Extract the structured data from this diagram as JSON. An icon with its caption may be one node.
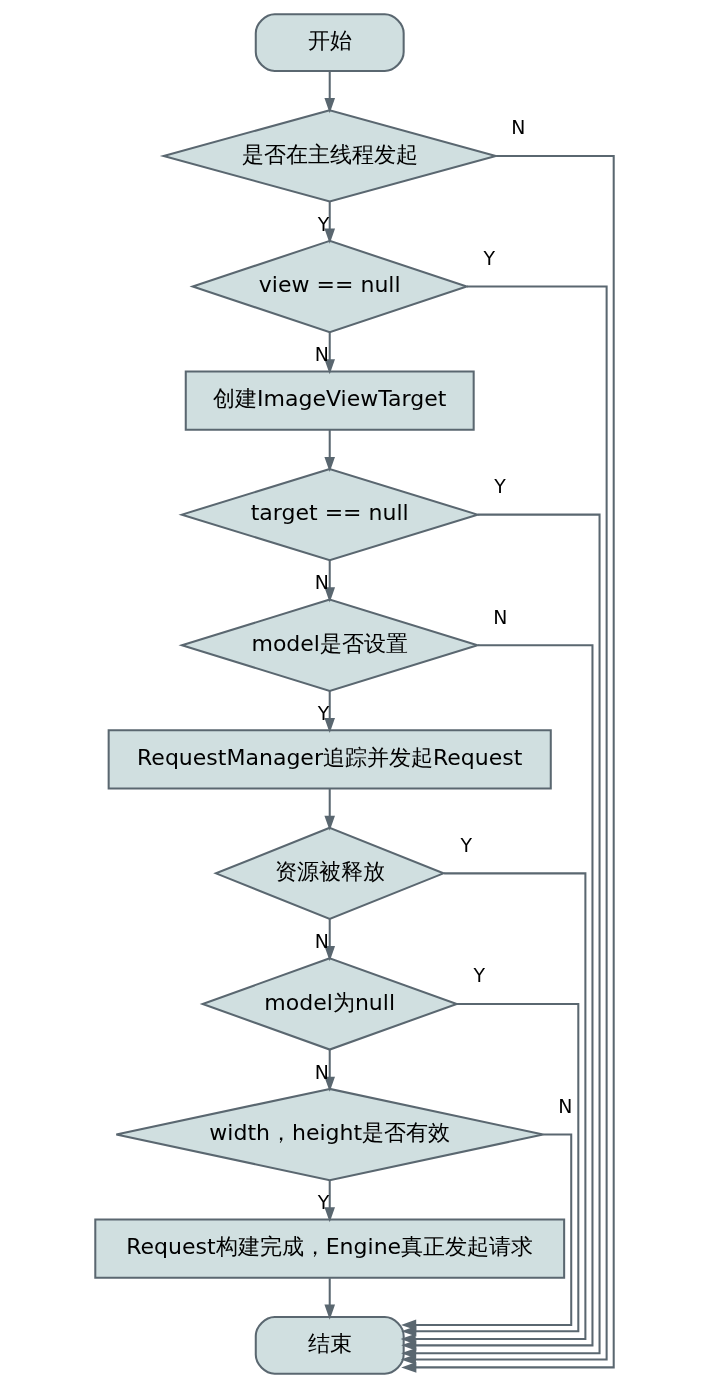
{
  "diagram": {
    "nodes": [
      {
        "text": [
          "开始"
        ]
      },
      {
        "text": [
          "是否在主线程发起"
        ]
      },
      {
        "text": [
          "view == null"
        ]
      },
      {
        "text": [
          "创建ImageViewTarget"
        ]
      },
      {
        "text": [
          "target == null"
        ]
      },
      {
        "text": [
          "model是否设置"
        ]
      },
      {
        "text": [
          "RequestManager追踪并发起Request"
        ]
      },
      {
        "text": [
          "资源被释放"
        ]
      },
      {
        "text": [
          "model为null"
        ]
      },
      {
        "text": [
          "width，height是否有效"
        ]
      },
      {
        "text": [
          "Request构建完成，Engine真正发起请求"
        ]
      },
      {
        "text": [
          "结束"
        ]
      }
    ],
    "edges": [
      {
        "from": 0,
        "to": 1,
        "arrow": "to"
      },
      {
        "from": 1,
        "to": 2,
        "arrow": "to",
        "label": "Y"
      },
      {
        "from": 1,
        "to": 11,
        "arrow": "to",
        "label": "N"
      },
      {
        "from": 2,
        "to": 3,
        "arrow": "to",
        "label": "N"
      },
      {
        "from": 2,
        "to": 11,
        "arrow": "to",
        "label": "Y"
      },
      {
        "from": 3,
        "to": 4,
        "arrow": "to"
      },
      {
        "from": 4,
        "to": 5,
        "arrow": "to",
        "label": "N"
      },
      {
        "from": 4,
        "to": 11,
        "arrow": "to",
        "label": "Y"
      },
      {
        "from": 5,
        "to": 6,
        "arrow": "to",
        "label": "Y"
      },
      {
        "from": 5,
        "to": 11,
        "arrow": "to",
        "label": "N"
      },
      {
        "from": 6,
        "to": 7,
        "arrow": "to"
      },
      {
        "from": 7,
        "to": 8,
        "arrow": "to",
        "label": "N"
      },
      {
        "from": 7,
        "to": 11,
        "arrow": "to",
        "label": "Y"
      },
      {
        "from": 8,
        "to": 9,
        "arrow": "to",
        "label": "N"
      },
      {
        "from": 8,
        "to": 11,
        "arrow": "to",
        "label": "Y"
      },
      {
        "from": 9,
        "to": 10,
        "arrow": "to",
        "label": "Y"
      },
      {
        "from": 9,
        "to": 11,
        "arrow": "to",
        "label": "N"
      },
      {
        "from": 10,
        "to": 11,
        "arrow": "to"
      }
    ]
  }
}
